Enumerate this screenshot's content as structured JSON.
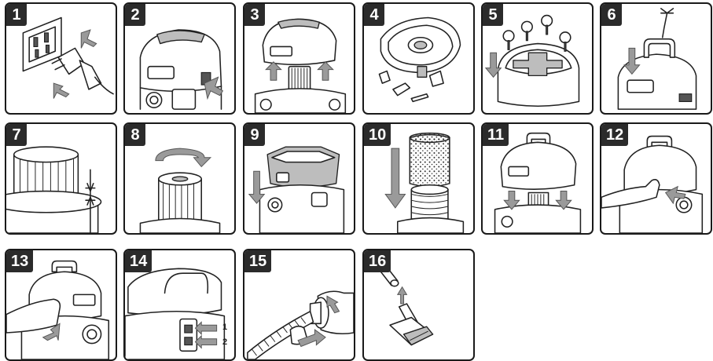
{
  "steps": [
    {
      "number": "1",
      "icon": "unplug-power-cord"
    },
    {
      "number": "2",
      "icon": "release-latches"
    },
    {
      "number": "3",
      "icon": "lift-powerhead"
    },
    {
      "number": "4",
      "icon": "powerhead-underside-accessories"
    },
    {
      "number": "5",
      "icon": "install-casters"
    },
    {
      "number": "6",
      "icon": "attach-handle-screw"
    },
    {
      "number": "7",
      "icon": "filter-seated-flush"
    },
    {
      "number": "8",
      "icon": "twist-filter"
    },
    {
      "number": "9",
      "icon": "install-filter-bag"
    },
    {
      "number": "10",
      "icon": "install-foam-sleeve"
    },
    {
      "number": "11",
      "icon": "replace-powerhead"
    },
    {
      "number": "12",
      "icon": "close-latches"
    },
    {
      "number": "13",
      "icon": "insert-hose"
    },
    {
      "number": "14",
      "icon": "switch-on"
    },
    {
      "number": "15",
      "icon": "connect-hose"
    },
    {
      "number": "16",
      "icon": "attach-floor-nozzle"
    }
  ],
  "step14_callouts": {
    "first": "1",
    "second": "2"
  },
  "colors": {
    "border": "#1a1a1a",
    "badge": "#2b2b2b",
    "arrow": "#9a9a9a",
    "line": "#222222"
  }
}
